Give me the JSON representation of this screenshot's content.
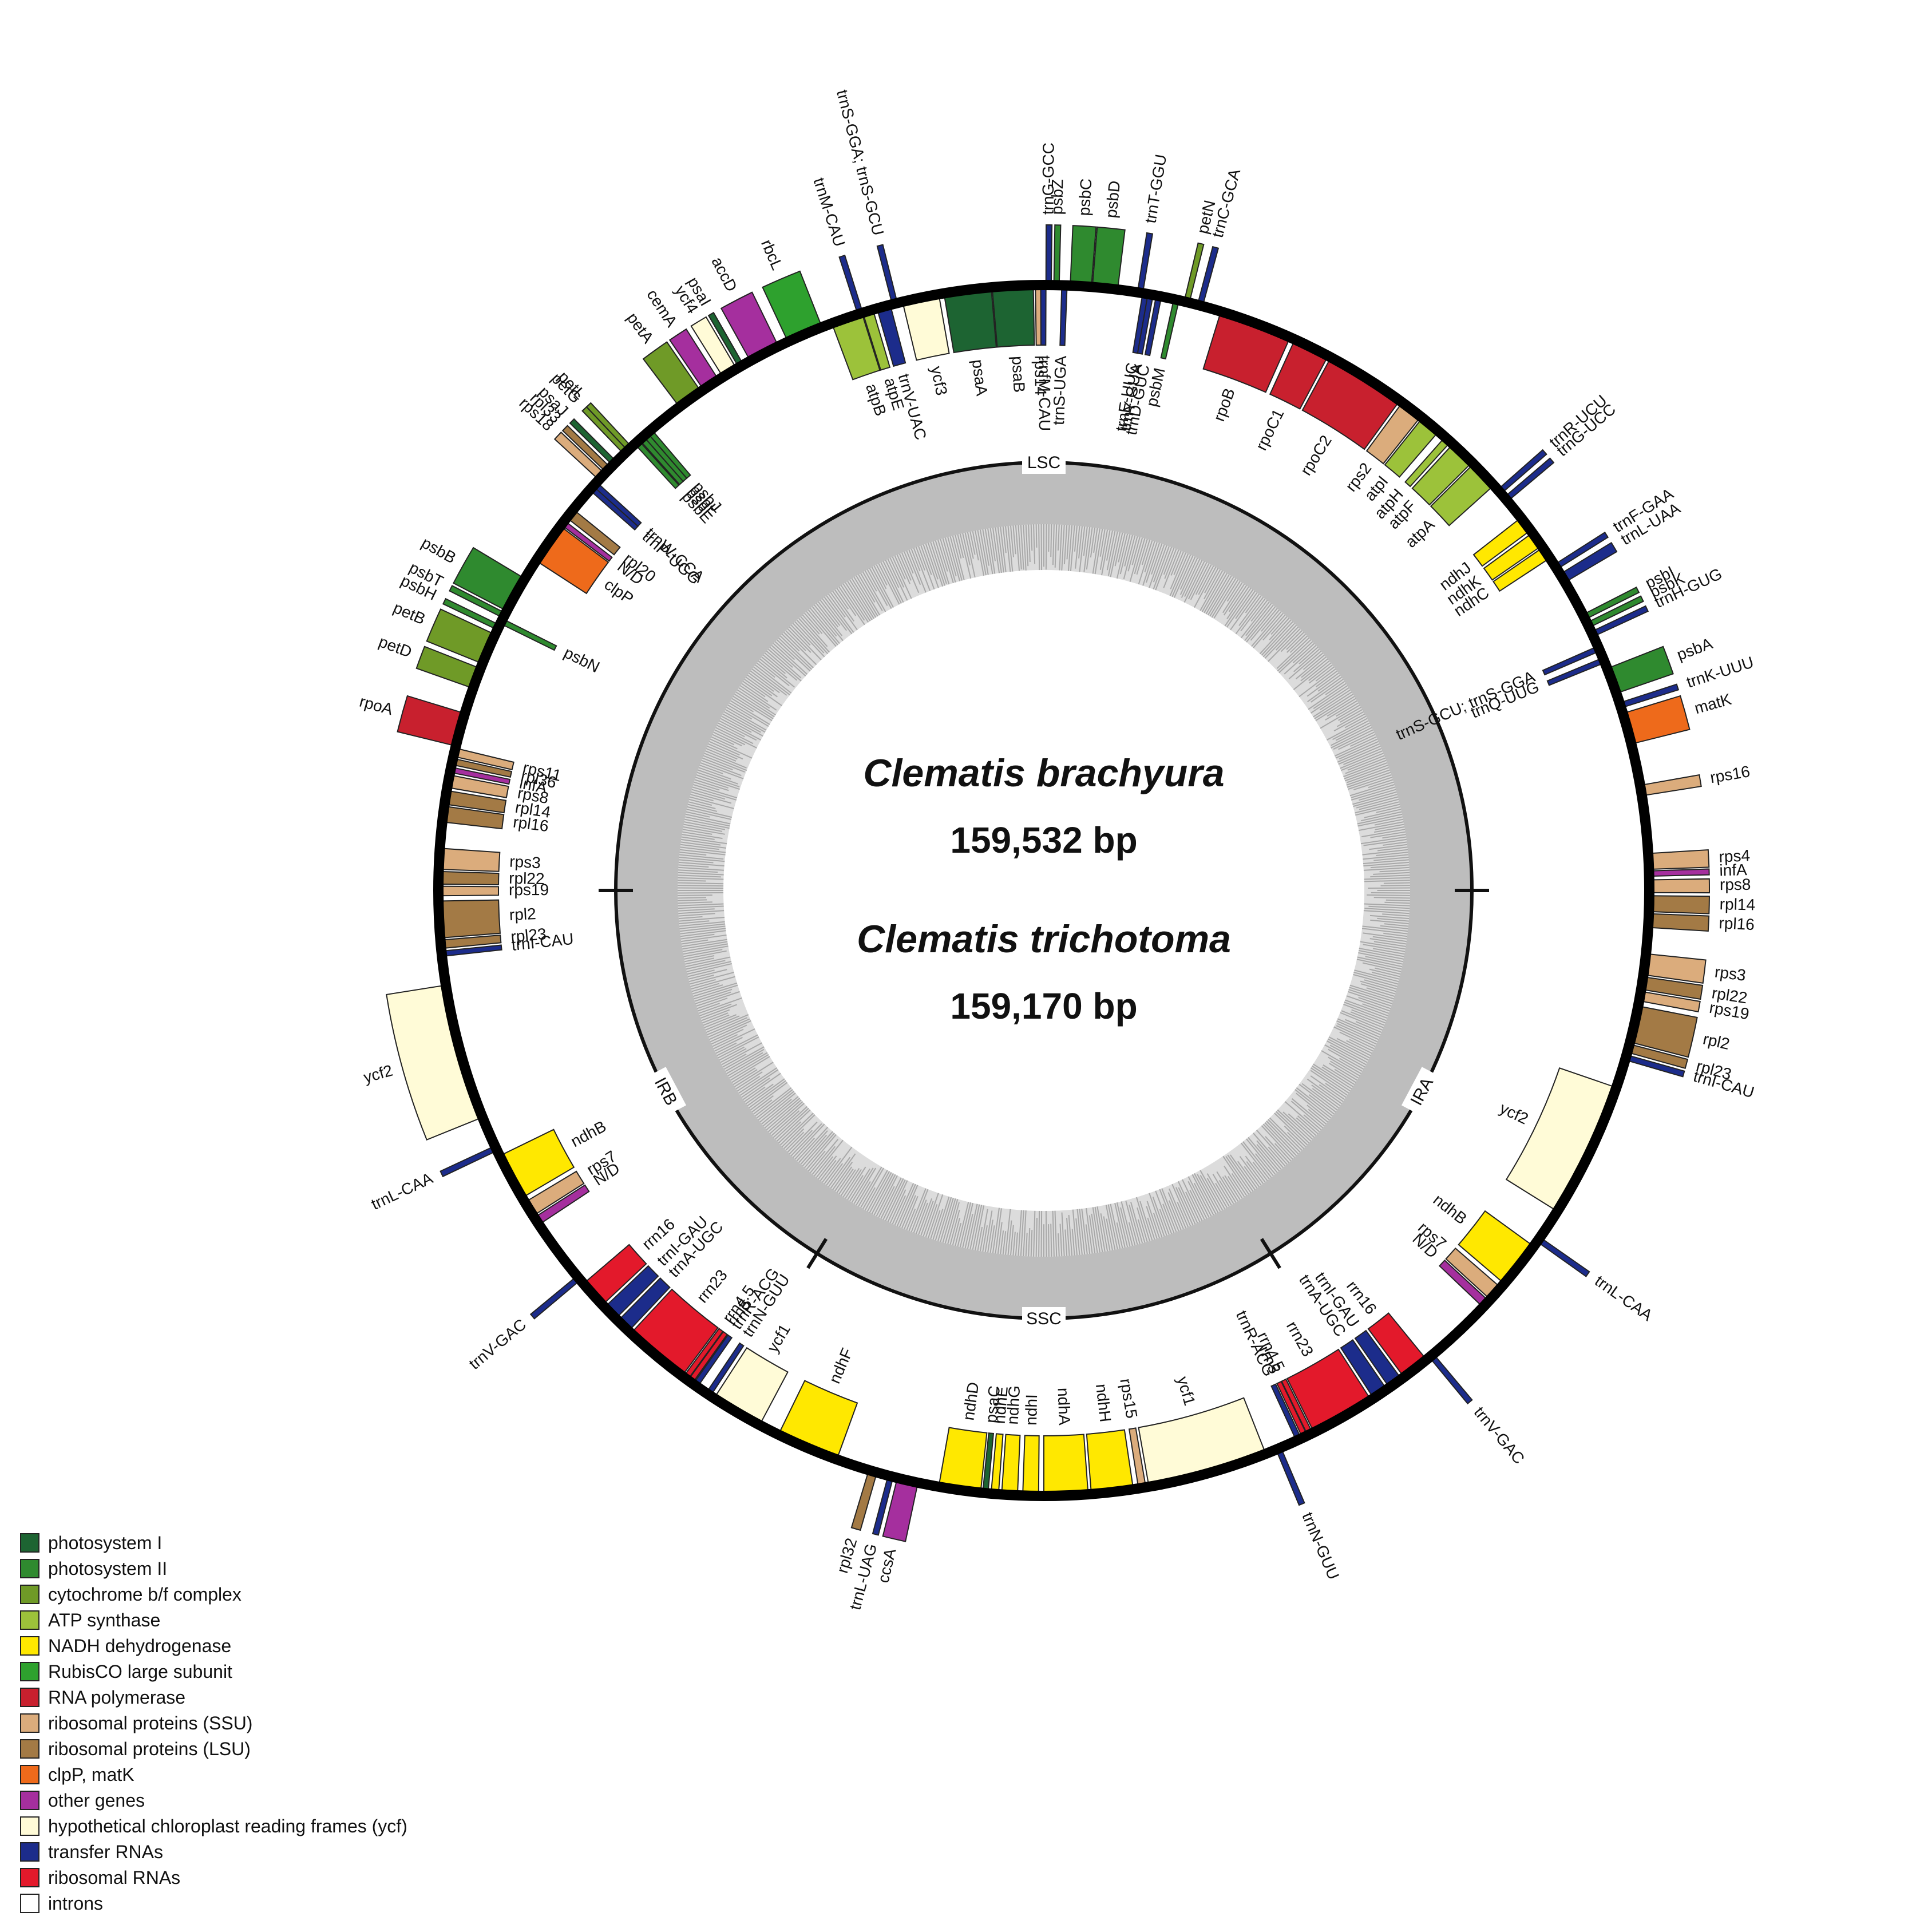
{
  "title": {
    "species1": "Clematis brachyura",
    "size1": "159,532 bp",
    "species2": "Clematis trichotoma",
    "size2": "159,170 bp"
  },
  "regions": [
    {
      "name": "LSC",
      "angle": 0
    },
    {
      "name": "IRA",
      "angle": 118
    },
    {
      "name": "SSC",
      "angle": 180
    },
    {
      "name": "IRB",
      "angle": 242
    }
  ],
  "boundary_ticks": [
    90,
    148,
    212,
    270
  ],
  "categories": {
    "psi": {
      "label": "photosystem I",
      "color": "#1d6432"
    },
    "psii": {
      "label": "photosystem II",
      "color": "#2f8a2f"
    },
    "cyt": {
      "label": "cytochrome b/f complex",
      "color": "#6f9a27"
    },
    "atp": {
      "label": "ATP synthase",
      "color": "#9cc23a"
    },
    "ndh": {
      "label": "NADH dehydrogenase",
      "color": "#ffe800"
    },
    "rbc": {
      "label": "RubisCO large subunit",
      "color": "#2ea12e"
    },
    "rpo": {
      "label": "RNA polymerase",
      "color": "#c8202e"
    },
    "ssu": {
      "label": "ribosomal proteins (SSU)",
      "color": "#dbac7c"
    },
    "lsu": {
      "label": "ribosomal proteins (LSU)",
      "color": "#a37a45"
    },
    "clp": {
      "label": "clpP, matK",
      "color": "#ee6a1b"
    },
    "oth": {
      "label": "other genes",
      "color": "#a52f9e"
    },
    "ycf": {
      "label": "hypothetical chloroplast reading frames (ycf)",
      "color": "#fffbd7"
    },
    "trna": {
      "label": "transfer RNAs",
      "color": "#1c2c8b"
    },
    "rrna": {
      "label": "ribosomal RNAs",
      "color": "#e3192b"
    },
    "intr": {
      "label": "introns",
      "color": "#ffffff"
    }
  },
  "legend_order": [
    "psi",
    "psii",
    "cyt",
    "atp",
    "ndh",
    "rbc",
    "rpo",
    "ssu",
    "lsu",
    "clp",
    "oth",
    "ycf",
    "trna",
    "rrna",
    "intr"
  ],
  "genes": [
    {
      "name": "rpoB",
      "cat": "rpo",
      "start": 17,
      "end": 24,
      "side": "in"
    },
    {
      "name": "rpoC1",
      "cat": "rpo",
      "start": 24.5,
      "end": 28,
      "side": "in"
    },
    {
      "name": "rpoC2",
      "cat": "rpo",
      "start": 28.3,
      "end": 36,
      "side": "in"
    },
    {
      "name": "rps2",
      "cat": "ssu",
      "start": 36.3,
      "end": 38.5,
      "side": "in"
    },
    {
      "name": "atpI",
      "cat": "atp",
      "start": 38.7,
      "end": 40.7,
      "side": "in"
    },
    {
      "name": "atpH",
      "cat": "atp",
      "start": 41.5,
      "end": 42.2,
      "side": "in"
    },
    {
      "name": "atpF",
      "cat": "atp",
      "start": 42.5,
      "end": 45,
      "side": "in"
    },
    {
      "name": "atpA",
      "cat": "atp",
      "start": 45.2,
      "end": 48,
      "side": "in"
    },
    {
      "name": "trnR-UCU",
      "cat": "trna",
      "start": 48.6,
      "end": 49,
      "side": "out"
    },
    {
      "name": "trnG-UCC",
      "cat": "trna",
      "start": 49.5,
      "end": 50,
      "side": "out"
    },
    {
      "name": "ndhJ",
      "cat": "ndh",
      "start": 52,
      "end": 53.5,
      "side": "in"
    },
    {
      "name": "ndhK",
      "cat": "ndh",
      "start": 53.8,
      "end": 55.3,
      "side": "in"
    },
    {
      "name": "ndhC",
      "cat": "ndh",
      "start": 55.5,
      "end": 56.7,
      "side": "in"
    },
    {
      "name": "trnF-GAA",
      "cat": "trna",
      "start": 57.5,
      "end": 57.9,
      "side": "out"
    },
    {
      "name": "trnL-UAA",
      "cat": "trna",
      "start": 58.5,
      "end": 59.4,
      "side": "out"
    },
    {
      "name": "psbI",
      "cat": "psii",
      "start": 63,
      "end": 63.3,
      "side": "out"
    },
    {
      "name": "psbK",
      "cat": "psii",
      "start": 63.8,
      "end": 64.2,
      "side": "out"
    },
    {
      "name": "trnH-GUG",
      "cat": "trna",
      "start": 64.8,
      "end": 65.1,
      "side": "out"
    },
    {
      "name": "trnS-GCU; trnS-GGA",
      "cat": "trna",
      "start": 66.3,
      "end": 66.6,
      "side": "in"
    },
    {
      "name": "trnQ-UUG",
      "cat": "trna",
      "start": 67.5,
      "end": 67.8,
      "side": "in"
    },
    {
      "name": "psbA",
      "cat": "psii",
      "start": 68.5,
      "end": 71,
      "side": "out"
    },
    {
      "name": "matK",
      "cat": "clp",
      "start": 73,
      "end": 76,
      "side": "out"
    },
    {
      "name": "trnK-UUU",
      "cat": "trna",
      "start": 72,
      "end": 72.4,
      "side": "out"
    },
    {
      "name": "rps16",
      "cat": "ssu",
      "start": 80,
      "end": 81,
      "side": "out"
    },
    {
      "name": "rps4",
      "cat": "ssu",
      "start": 86.5,
      "end": 88,
      "side": "out"
    },
    {
      "name": "infA",
      "cat": "oth",
      "start": 88.2,
      "end": 88.6,
      "side": "out"
    },
    {
      "name": "rps8",
      "cat": "ssu",
      "start": 89,
      "end": 90.2,
      "side": "out"
    },
    {
      "name": "rpl14",
      "cat": "lsu",
      "start": 90.5,
      "end": 92,
      "side": "out"
    },
    {
      "name": "rpl16",
      "cat": "lsu",
      "start": 92.2,
      "end": 93.5,
      "side": "out"
    },
    {
      "name": "rps3",
      "cat": "ssu",
      "start": 96,
      "end": 98,
      "side": "out"
    },
    {
      "name": "rpl22",
      "cat": "lsu",
      "start": 98.2,
      "end": 99.4,
      "side": "out"
    },
    {
      "name": "rps19",
      "cat": "ssu",
      "start": 99.6,
      "end": 100.5,
      "side": "out"
    },
    {
      "name": "rpl2",
      "cat": "lsu",
      "start": 101,
      "end": 104.5,
      "side": "out"
    },
    {
      "name": "rpl23",
      "cat": "lsu",
      "start": 104.7,
      "end": 105.5,
      "side": "out"
    },
    {
      "name": "trnI-CAU",
      "cat": "trna",
      "start": 105.8,
      "end": 106.2,
      "side": "out"
    },
    {
      "name": "ycf2",
      "cat": "ycf",
      "start": 109,
      "end": 122,
      "side": "in"
    },
    {
      "name": "trnL-CAA",
      "cat": "trna",
      "start": 125,
      "end": 125.4,
      "side": "out"
    },
    {
      "name": "ndhB",
      "cat": "ndh",
      "start": 126,
      "end": 130.5,
      "side": "in"
    },
    {
      "name": "rps7",
      "cat": "ssu",
      "start": 131,
      "end": 132.5,
      "side": "in"
    },
    {
      "name": "N/D",
      "cat": "oth",
      "start": 132.7,
      "end": 133.5,
      "side": "in"
    },
    {
      "name": "trnV-GAC",
      "cat": "trna",
      "start": 140,
      "end": 140.4,
      "side": "out"
    },
    {
      "name": "rrn16",
      "cat": "rrna",
      "start": 140.8,
      "end": 143.5,
      "side": "in"
    },
    {
      "name": "trnI-GAU",
      "cat": "trna",
      "start": 143.8,
      "end": 145.2,
      "side": "in"
    },
    {
      "name": "trnA-UGC",
      "cat": "trna",
      "start": 145.5,
      "end": 147,
      "side": "in"
    },
    {
      "name": "rrn23",
      "cat": "rrna",
      "start": 147.3,
      "end": 153.5,
      "side": "in"
    },
    {
      "name": "rrn4.5",
      "cat": "rrna",
      "start": 153.7,
      "end": 154.1,
      "side": "in"
    },
    {
      "name": "rrn5",
      "cat": "rrna",
      "start": 154.3,
      "end": 154.6,
      "side": "in"
    },
    {
      "name": "trnR-ACG",
      "cat": "trna",
      "start": 154.9,
      "end": 155.3,
      "side": "in"
    },
    {
      "name": "trnN-GUU",
      "cat": "trna",
      "start": 157,
      "end": 157.4,
      "side": "out"
    },
    {
      "name": "ycf1",
      "cat": "ycf",
      "start": 158.5,
      "end": 170,
      "side": "in"
    },
    {
      "name": "rps15",
      "cat": "ssu",
      "start": 170.3,
      "end": 171,
      "side": "in"
    },
    {
      "name": "ndhH",
      "cat": "ndh",
      "start": 171.5,
      "end": 175.5,
      "side": "in"
    },
    {
      "name": "ndhA",
      "cat": "ndh",
      "start": 175.8,
      "end": 180,
      "side": "in"
    },
    {
      "name": "ndhI",
      "cat": "ndh",
      "start": 180.5,
      "end": 182,
      "side": "in"
    },
    {
      "name": "ndhG",
      "cat": "ndh",
      "start": 182.5,
      "end": 184,
      "side": "in"
    },
    {
      "name": "ndhE",
      "cat": "ndh",
      "start": 184.3,
      "end": 185,
      "side": "in"
    },
    {
      "name": "psaC",
      "cat": "psi",
      "start": 185.3,
      "end": 185.8,
      "side": "in"
    },
    {
      "name": "ndhD",
      "cat": "ndh",
      "start": 186,
      "end": 190,
      "side": "in"
    },
    {
      "name": "ccsA",
      "cat": "oth",
      "start": 192,
      "end": 194,
      "side": "out"
    },
    {
      "name": "trnL-UAG",
      "cat": "trna",
      "start": 194.5,
      "end": 194.8,
      "side": "out"
    },
    {
      "name": "rpl32",
      "cat": "lsu",
      "start": 196,
      "end": 196.8,
      "side": "out"
    },
    {
      "name": "ndhF",
      "cat": "ndh",
      "start": 200,
      "end": 206,
      "side": "in"
    },
    {
      "name": "ycf1",
      "cat": "ycf",
      "start": 208,
      "end": 213,
      "side": "in"
    },
    {
      "name": "trnN-GUU",
      "cat": "trna",
      "start": 213.5,
      "end": 213.8,
      "side": "in"
    },
    {
      "name": "trnR-ACG",
      "cat": "trna",
      "start": 215,
      "end": 215.3,
      "side": "in"
    },
    {
      "name": "rrn5",
      "cat": "rrna",
      "start": 215.6,
      "end": 215.9,
      "side": "in"
    },
    {
      "name": "rrn4.5",
      "cat": "rrna",
      "start": 216.1,
      "end": 216.5,
      "side": "in"
    },
    {
      "name": "rrn23",
      "cat": "rrna",
      "start": 216.7,
      "end": 223,
      "side": "in"
    },
    {
      "name": "trnA-UGC",
      "cat": "trna",
      "start": 223.3,
      "end": 224.7,
      "side": "in"
    },
    {
      "name": "trnI-GAU",
      "cat": "trna",
      "start": 225,
      "end": 226.5,
      "side": "in"
    },
    {
      "name": "rrn16",
      "cat": "rrna",
      "start": 226.8,
      "end": 229.5,
      "side": "in"
    },
    {
      "name": "trnV-GAC",
      "cat": "trna",
      "start": 230,
      "end": 230.4,
      "side": "out"
    },
    {
      "name": "N/D",
      "cat": "oth",
      "start": 236.5,
      "end": 237.3,
      "side": "in"
    },
    {
      "name": "rps7",
      "cat": "ssu",
      "start": 237.5,
      "end": 239,
      "side": "in"
    },
    {
      "name": "ndhB",
      "cat": "ndh",
      "start": 239.5,
      "end": 244,
      "side": "in"
    },
    {
      "name": "trnL-CAA",
      "cat": "trna",
      "start": 244.6,
      "end": 245,
      "side": "out"
    },
    {
      "name": "ycf2",
      "cat": "ycf",
      "start": 248,
      "end": 261,
      "side": "out"
    },
    {
      "name": "trnI-CAU",
      "cat": "trna",
      "start": 263.8,
      "end": 264.2,
      "side": "in"
    },
    {
      "name": "rpl23",
      "cat": "lsu",
      "start": 264.5,
      "end": 265.3,
      "side": "in"
    },
    {
      "name": "rpl2",
      "cat": "lsu",
      "start": 265.5,
      "end": 269,
      "side": "in"
    },
    {
      "name": "rps19",
      "cat": "ssu",
      "start": 269.5,
      "end": 270.4,
      "side": "in"
    },
    {
      "name": "rpl22",
      "cat": "lsu",
      "start": 270.6,
      "end": 271.8,
      "side": "in"
    },
    {
      "name": "rps3",
      "cat": "ssu",
      "start": 272,
      "end": 274,
      "side": "in"
    },
    {
      "name": "rpl16",
      "cat": "lsu",
      "start": 276.5,
      "end": 278,
      "side": "in"
    },
    {
      "name": "rpl14",
      "cat": "lsu",
      "start": 278.2,
      "end": 279.5,
      "side": "in"
    },
    {
      "name": "rps8",
      "cat": "ssu",
      "start": 279.8,
      "end": 281,
      "side": "in"
    },
    {
      "name": "infA",
      "cat": "oth",
      "start": 281.3,
      "end": 281.7,
      "side": "in"
    },
    {
      "name": "rpl36",
      "cat": "lsu",
      "start": 282,
      "end": 282.6,
      "side": "in"
    },
    {
      "name": "rps11",
      "cat": "ssu",
      "start": 282.8,
      "end": 283.6,
      "side": "in"
    },
    {
      "name": "rpoA",
      "cat": "rpo",
      "start": 283.8,
      "end": 287,
      "side": "out"
    },
    {
      "name": "petD",
      "cat": "cyt",
      "start": 289.5,
      "end": 291.5,
      "side": "out"
    },
    {
      "name": "petB",
      "cat": "cyt",
      "start": 292,
      "end": 295,
      "side": "out"
    },
    {
      "name": "psbH",
      "cat": "psii",
      "start": 295.5,
      "end": 296,
      "side": "out"
    },
    {
      "name": "psbN",
      "cat": "psii",
      "start": 296.2,
      "end": 296.6,
      "side": "in"
    },
    {
      "name": "psbT",
      "cat": "psii",
      "start": 296.8,
      "end": 297.2,
      "side": "out"
    },
    {
      "name": "psbB",
      "cat": "psii",
      "start": 297.5,
      "end": 301,
      "side": "out"
    },
    {
      "name": "clpP",
      "cat": "clp",
      "start": 303,
      "end": 307,
      "side": "in"
    },
    {
      "name": "N/D",
      "cat": "oth",
      "start": 307.2,
      "end": 307.6,
      "side": "in"
    },
    {
      "name": "rpl20",
      "cat": "lsu",
      "start": 308,
      "end": 309,
      "side": "in"
    },
    {
      "name": "trnP-UGG",
      "cat": "trna",
      "start": 311.5,
      "end": 311.8,
      "side": "in"
    },
    {
      "name": "trnW-CCA",
      "cat": "trna",
      "start": 312,
      "end": 312.3,
      "side": "in"
    },
    {
      "name": "rps18",
      "cat": "ssu",
      "start": 312.7,
      "end": 313.5,
      "side": "out"
    },
    {
      "name": "rpl33",
      "cat": "lsu",
      "start": 313.7,
      "end": 314.3,
      "side": "out"
    },
    {
      "name": "psaJ",
      "cat": "psi",
      "start": 314.7,
      "end": 315,
      "side": "out"
    },
    {
      "name": "petG",
      "cat": "cyt",
      "start": 316.2,
      "end": 316.5,
      "side": "out"
    },
    {
      "name": "petL",
      "cat": "cyt",
      "start": 316.7,
      "end": 317,
      "side": "out"
    },
    {
      "name": "psbE",
      "cat": "psii",
      "start": 317.5,
      "end": 318,
      "side": "in"
    },
    {
      "name": "psbF",
      "cat": "psii",
      "start": 318.2,
      "end": 318.5,
      "side": "in"
    },
    {
      "name": "psbL",
      "cat": "psii",
      "start": 318.7,
      "end": 319,
      "side": "in"
    },
    {
      "name": "psbJ",
      "cat": "psii",
      "start": 319.2,
      "end": 319.5,
      "side": "in"
    },
    {
      "name": "petA",
      "cat": "cyt",
      "start": 323,
      "end": 325.5,
      "side": "out"
    },
    {
      "name": "cemA",
      "cat": "oth",
      "start": 325.8,
      "end": 327.5,
      "side": "out"
    },
    {
      "name": "ycf4",
      "cat": "ycf",
      "start": 328,
      "end": 329.5,
      "side": "out"
    },
    {
      "name": "psaI",
      "cat": "psi",
      "start": 329.8,
      "end": 330.2,
      "side": "out"
    },
    {
      "name": "accD",
      "cat": "oth",
      "start": 331,
      "end": 334,
      "side": "out"
    },
    {
      "name": "rbcL",
      "cat": "rbc",
      "start": 335,
      "end": 338.5,
      "side": "out"
    },
    {
      "name": "atpB",
      "cat": "atp",
      "start": 339.5,
      "end": 342.5,
      "side": "in"
    },
    {
      "name": "atpE",
      "cat": "atp",
      "start": 342.6,
      "end": 343.6,
      "side": "in"
    },
    {
      "name": "trnM-CAU",
      "cat": "trna",
      "start": 342.2,
      "end": 342.5,
      "side": "out"
    },
    {
      "name": "trnV-UAC",
      "cat": "trna",
      "start": 344,
      "end": 345.3,
      "side": "in"
    },
    {
      "name": "trnS-GGA; trnS-GCU",
      "cat": "trna",
      "start": 345.6,
      "end": 345.9,
      "side": "out"
    },
    {
      "name": "ycf3",
      "cat": "ycf",
      "start": 346.5,
      "end": 350,
      "side": "in"
    },
    {
      "name": "psaA",
      "cat": "psi",
      "start": 350.5,
      "end": 355,
      "side": "in"
    },
    {
      "name": "psaB",
      "cat": "psi",
      "start": 355.1,
      "end": 359,
      "side": "in"
    },
    {
      "name": "rps14",
      "cat": "ssu",
      "start": 359.2,
      "end": 359.8,
      "side": "in"
    },
    {
      "name": "trnfM-CAU",
      "cat": "trna",
      "start": 359.9,
      "end": 360,
      "side": "in"
    },
    {
      "name": "trnG-GCC",
      "cat": "trna",
      "start": 0.3,
      "end": 0.6,
      "side": "out"
    },
    {
      "name": "psbZ",
      "cat": "psii",
      "start": 1,
      "end": 1.4,
      "side": "out"
    },
    {
      "name": "trnS-UGA",
      "cat": "trna",
      "start": 1.8,
      "end": 2.1,
      "side": "in"
    },
    {
      "name": "psbC",
      "cat": "psii",
      "start": 2.5,
      "end": 4.5,
      "side": "out"
    },
    {
      "name": "psbD",
      "cat": "psii",
      "start": 4.6,
      "end": 7,
      "side": "out"
    },
    {
      "name": "trnT-GGU",
      "cat": "trna",
      "start": 9,
      "end": 9.3,
      "side": "out"
    },
    {
      "name": "trnE-UUC",
      "cat": "trna",
      "start": 9.5,
      "end": 9.8,
      "side": "in"
    },
    {
      "name": "trnY-GUA",
      "cat": "trna",
      "start": 10,
      "end": 10.3,
      "side": "in"
    },
    {
      "name": "trnD-GUC",
      "cat": "trna",
      "start": 10.8,
      "end": 11.1,
      "side": "in"
    },
    {
      "name": "psbM",
      "cat": "psii",
      "start": 12.5,
      "end": 12.8,
      "side": "in"
    },
    {
      "name": "petN",
      "cat": "cyt",
      "start": 13.5,
      "end": 13.8,
      "side": "out"
    },
    {
      "name": "trnC-GCA",
      "cat": "trna",
      "start": 14.8,
      "end": 15.1,
      "side": "out"
    }
  ]
}
